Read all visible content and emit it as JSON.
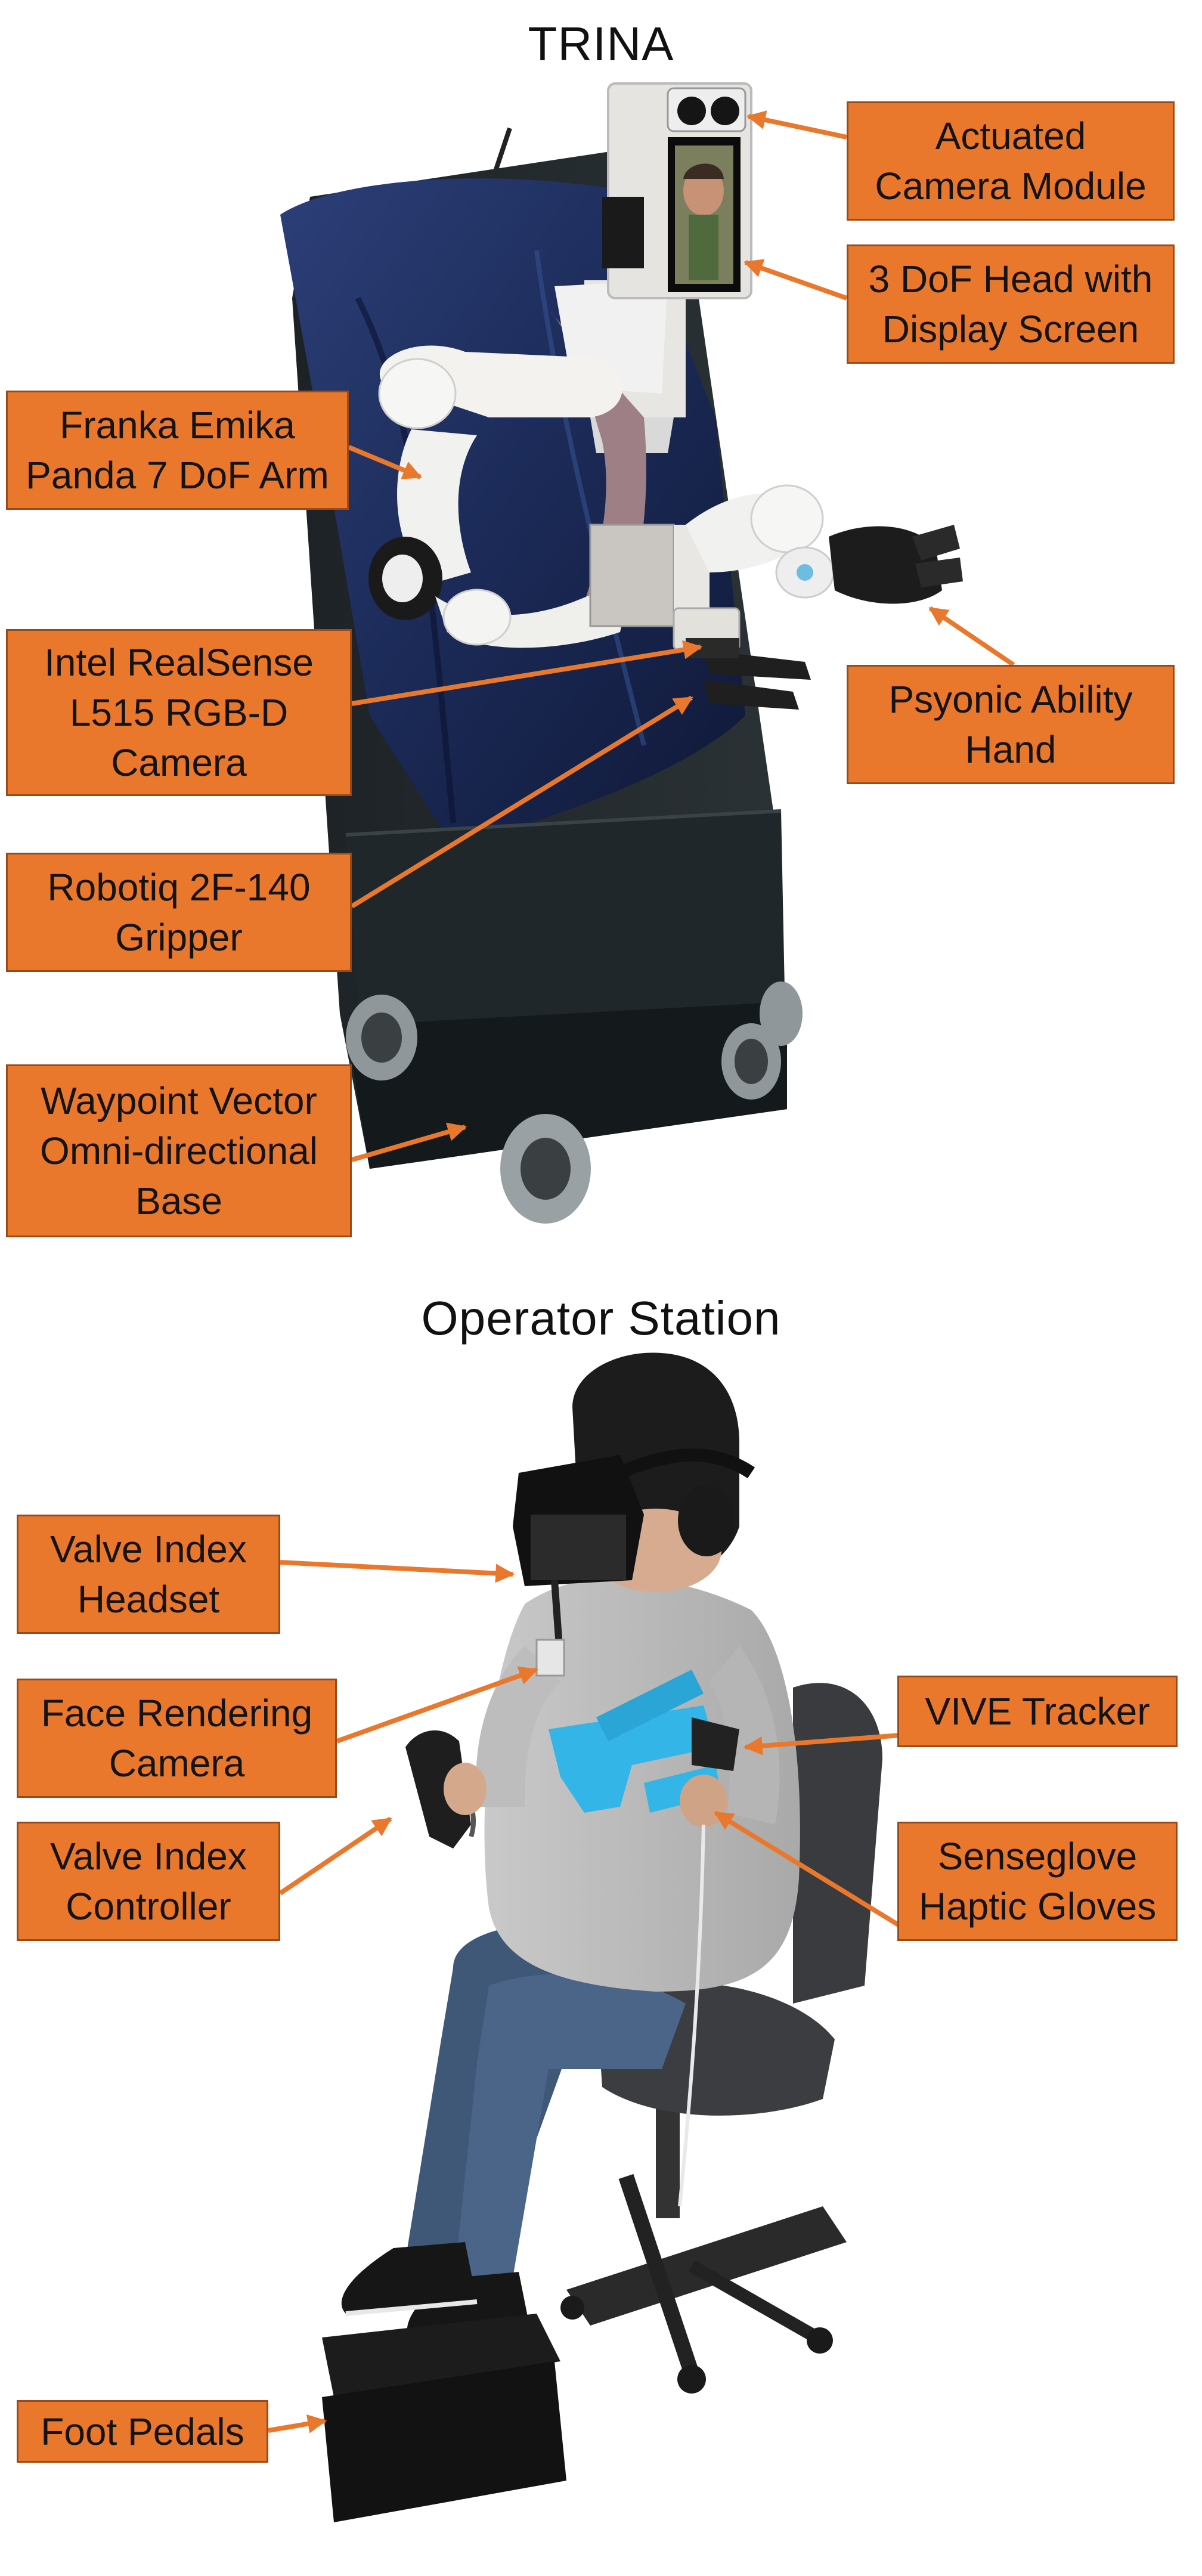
{
  "figure": {
    "robot_title": "TRINA",
    "operator_title": "Operator Station"
  },
  "robot_labels": {
    "actuated_camera": [
      "Actuated",
      "Camera Module"
    ],
    "head": [
      "3 DoF Head with",
      "Display Screen"
    ],
    "franka_arm": [
      "Franka Emika",
      "Panda 7 DoF Arm"
    ],
    "realsense": [
      "Intel RealSense",
      "L515 RGB-D",
      "Camera"
    ],
    "psyonic_hand": [
      "Psyonic Ability",
      "Hand"
    ],
    "robotiq_gripper": [
      "Robotiq 2F-140",
      "Gripper"
    ],
    "base": [
      "Waypoint Vector",
      "Omni-directional",
      "Base"
    ]
  },
  "operator_labels": {
    "headset": [
      "Valve Index",
      "Headset"
    ],
    "face_camera": [
      "Face Rendering",
      "Camera"
    ],
    "vive_tracker": [
      "VIVE Tracker"
    ],
    "controller": [
      "Valve Index",
      "Controller"
    ],
    "haptic_gloves": [
      "Senseglove",
      "Haptic Gloves"
    ],
    "foot_pedals": [
      "Foot Pedals"
    ]
  },
  "colors": {
    "label_fill": "#e9782d",
    "label_border": "#9a4a18",
    "arrow": "#e9782d"
  }
}
